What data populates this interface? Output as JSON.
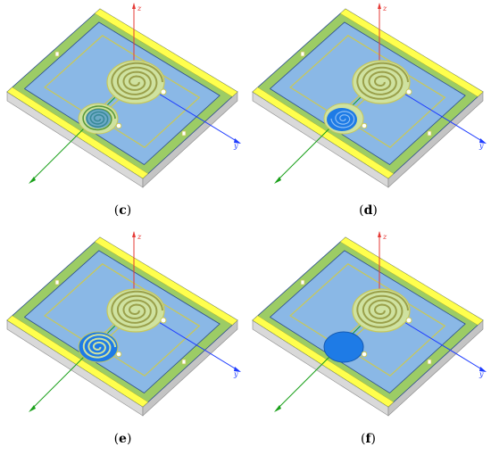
{
  "panels": [
    {
      "id": "c",
      "label_open": "(",
      "letter": "c",
      "label_close": ")",
      "small_coil": "rings"
    },
    {
      "id": "d",
      "label_open": "(",
      "letter": "d",
      "label_close": ")",
      "small_coil": "blob"
    },
    {
      "id": "e",
      "label_open": "(",
      "letter": "e",
      "label_close": ")",
      "small_coil": "disk-spiral"
    },
    {
      "id": "f",
      "label_open": "(",
      "letter": "f",
      "label_close": ")",
      "small_coil": "solid"
    }
  ],
  "axes": {
    "z": "z",
    "y": "y"
  },
  "colors": {
    "substrate_side": "#d9d9d9",
    "board_top": "#8ab8e6",
    "board_outline": "#2d4f8f",
    "frame_green": "#9ccc65",
    "strip_yellow": "#ffff4d",
    "trace": "#c8c85a",
    "axis_z": "#e53935",
    "axis_y": "#1e3cff",
    "axis_x": "#1aa01a",
    "coil_blue": "#1e7be6"
  },
  "icons": [
    "spiral-coil-icon",
    "axis-triad-icon"
  ]
}
